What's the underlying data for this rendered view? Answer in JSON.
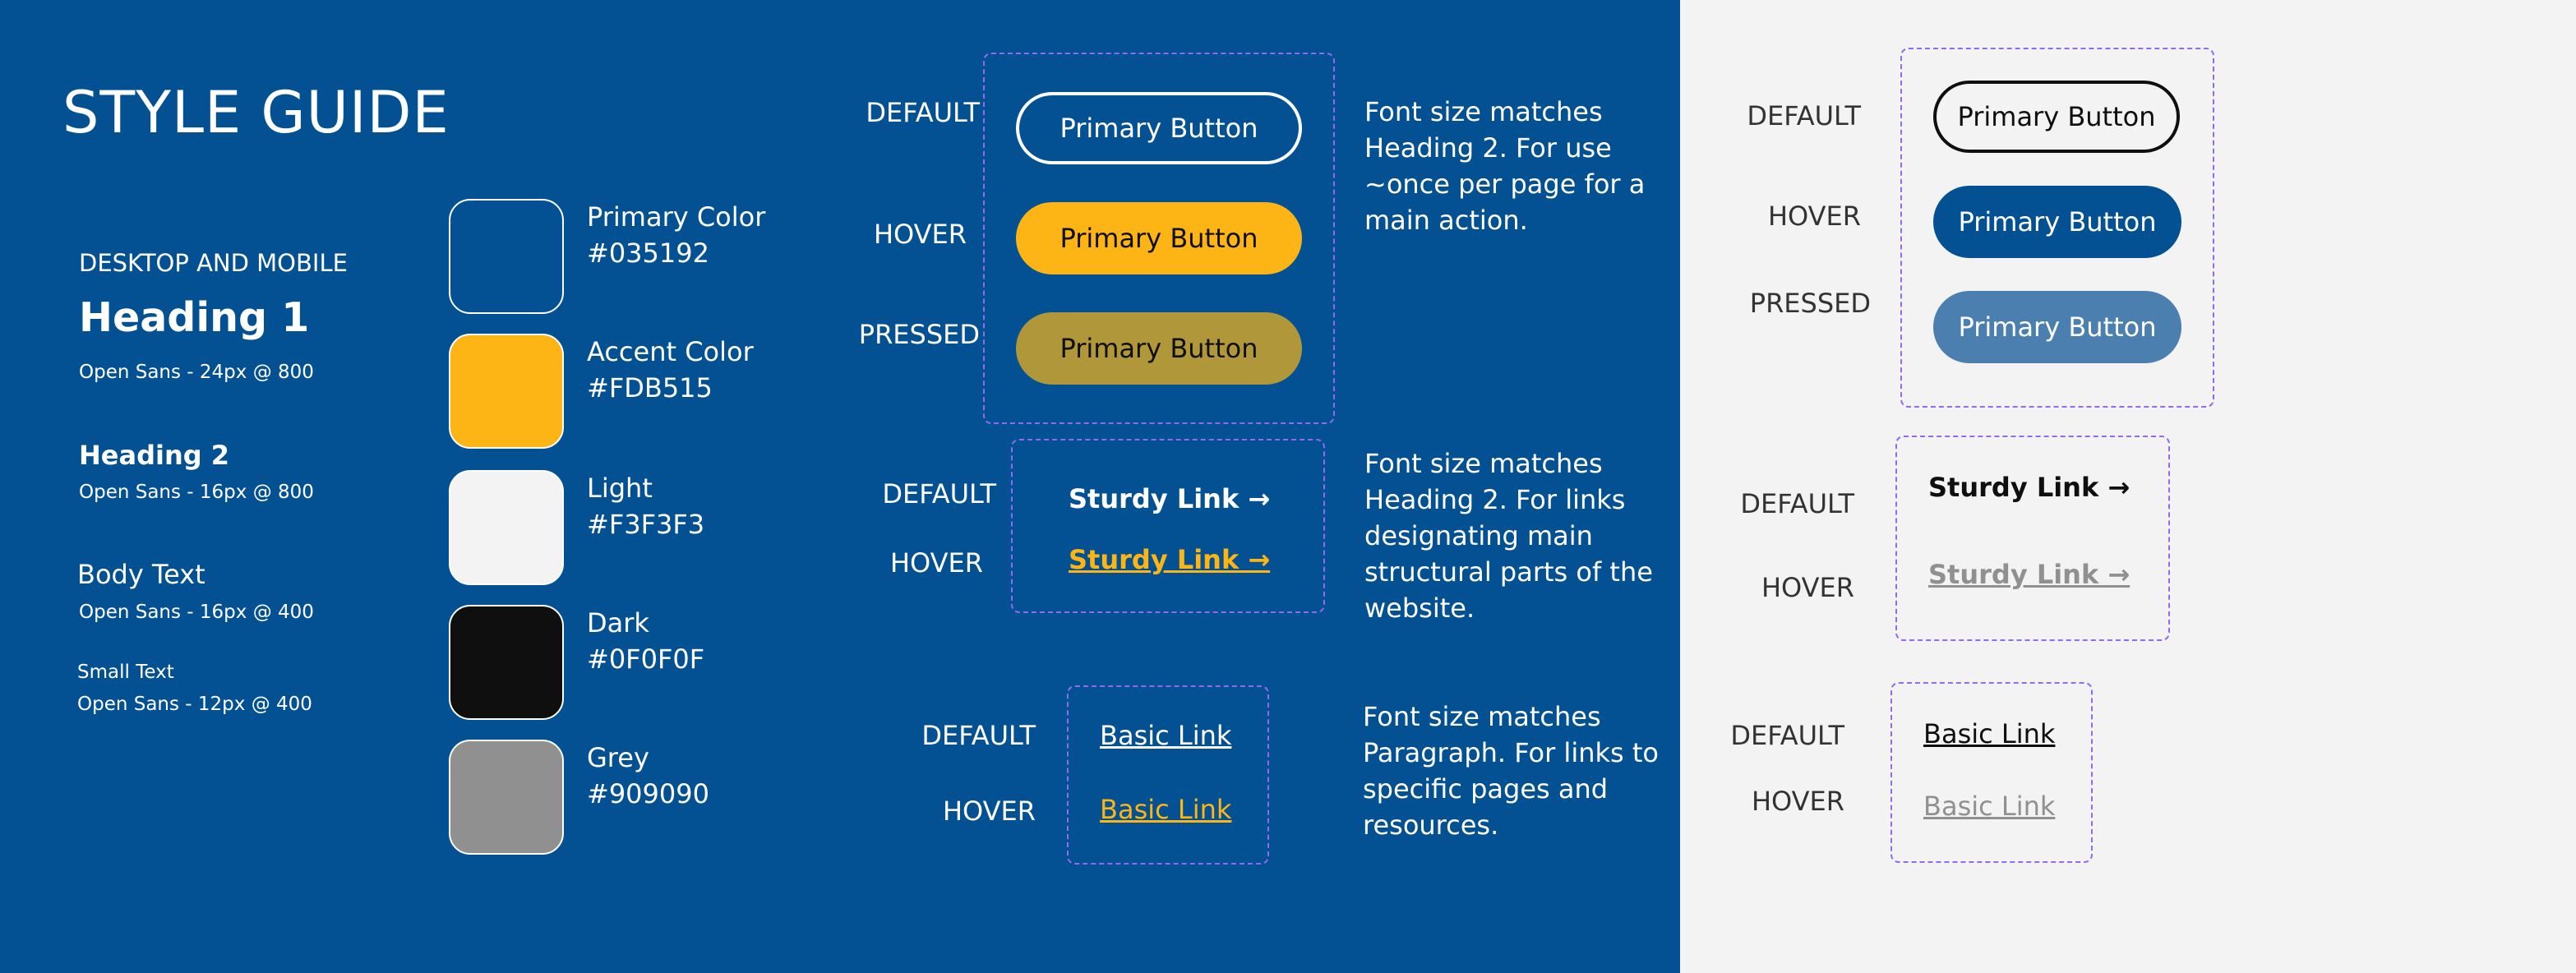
{
  "colors": {
    "primary": "#035192",
    "accent": "#FDB515",
    "light": "#F3F3F3",
    "dark": "#0F0F0F",
    "grey": "#909090",
    "pressed_gold": "#B0983A",
    "pressed_blue": "#4A7FB0",
    "dashed": "#8E6BF0"
  },
  "title": "STYLE GUIDE",
  "typography": {
    "section_label": "DESKTOP AND MOBILE",
    "heading1": "Heading 1",
    "heading1_spec": "Open Sans - 24px @ 800",
    "heading2": "Heading 2",
    "heading2_spec": "Open Sans - 16px @ 800",
    "body": "Body Text",
    "body_spec": "Open Sans - 16px @ 400",
    "small": "Small Text",
    "small_spec": "Open Sans - 12px @ 400"
  },
  "swatches": [
    {
      "name": "Primary Color",
      "hex": "#035192"
    },
    {
      "name": "Accent Color",
      "hex": "#FDB515"
    },
    {
      "name": "Light",
      "hex": "#F3F3F3"
    },
    {
      "name": "Dark",
      "hex": "#0F0F0F"
    },
    {
      "name": "Grey",
      "hex": "#909090"
    }
  ],
  "states": {
    "default": "DEFAULT",
    "hover": "HOVER",
    "pressed": "PRESSED"
  },
  "primary_button": {
    "label": "Primary Button",
    "note": "Font size matches Heading 2. For use ~once per page for a main action."
  },
  "sturdy_link": {
    "label": "Sturdy Link →",
    "note": "Font size matches Heading 2. For links designating main structural parts of the website."
  },
  "basic_link": {
    "label": "Basic Link",
    "note": "Font size matches Paragraph. For links to specific pages and resources."
  }
}
